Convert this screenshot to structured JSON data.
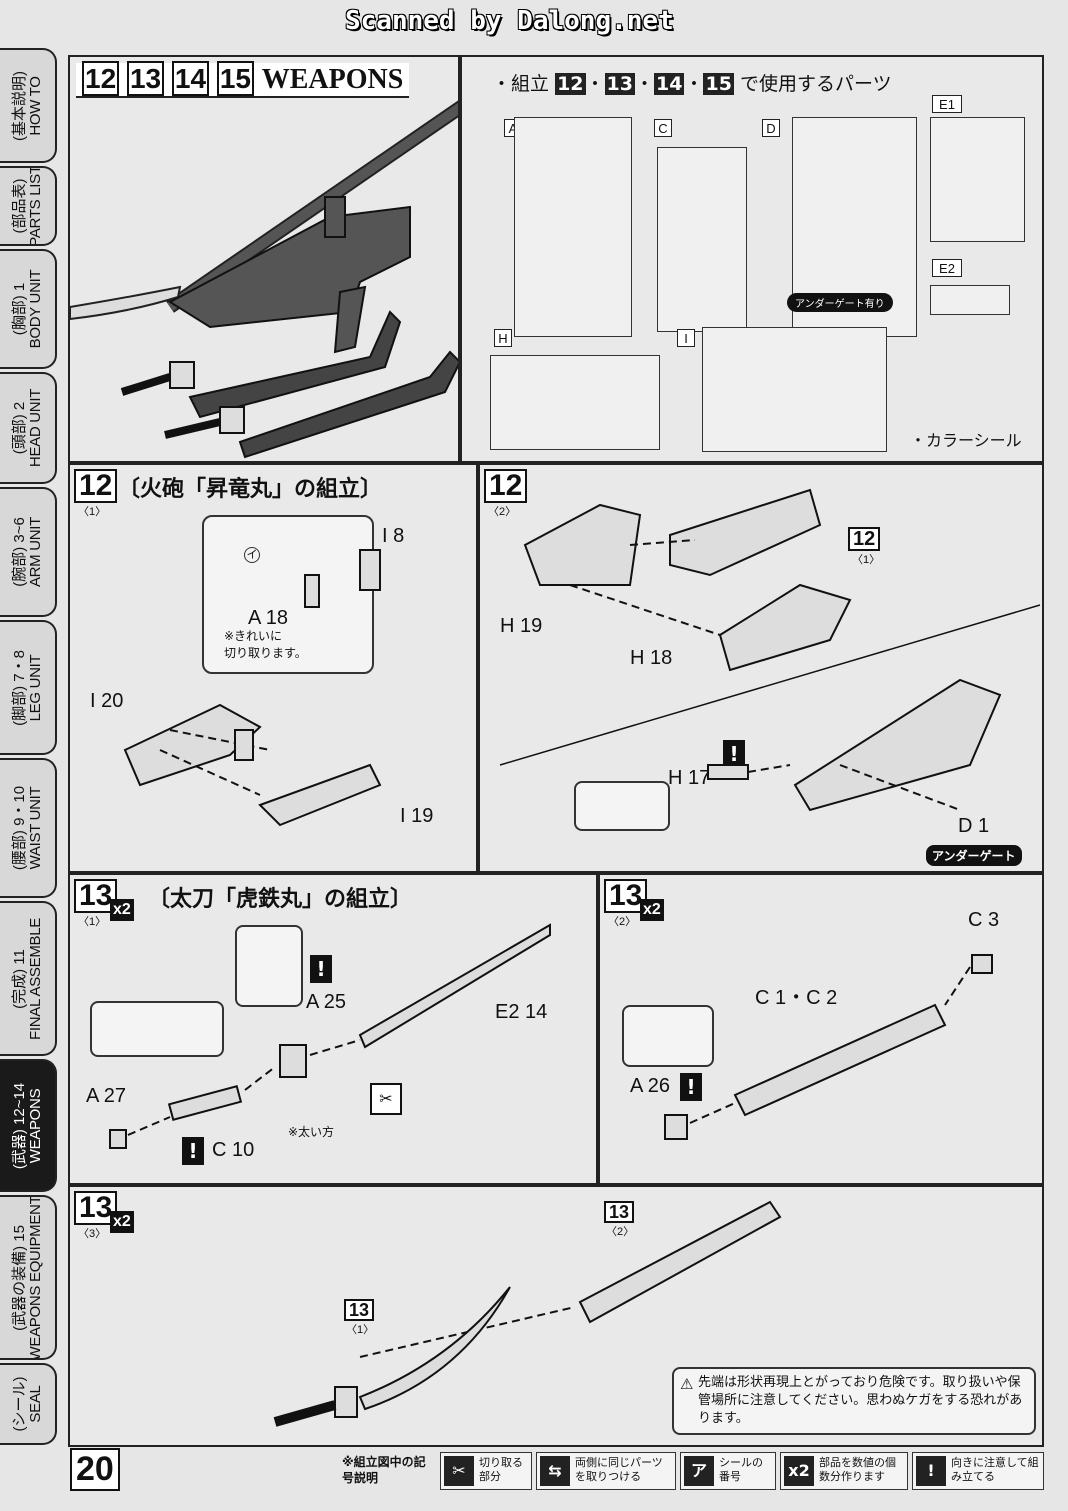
{
  "watermark": "Scanned by Dalong.net",
  "page_number": "20",
  "sidebar": {
    "tabs": [
      {
        "jp": "(基本説明)",
        "en": "HOW TO"
      },
      {
        "jp": "(部品表)",
        "en": "PARTS LIST"
      },
      {
        "jp": "(胸部) 1",
        "en": "BODY UNIT"
      },
      {
        "jp": "(頭部) 2",
        "en": "HEAD UNIT"
      },
      {
        "jp": "(腕部) 3~6",
        "en": "ARM UNIT"
      },
      {
        "jp": "(脚部) 7・8",
        "en": "LEG UNIT"
      },
      {
        "jp": "(腰部) 9・10",
        "en": "WAIST UNIT"
      },
      {
        "jp": "(完成) 11",
        "en": "FINAL ASSEMBLE"
      },
      {
        "jp": "(武器) 12~14",
        "en": "WEAPONS"
      },
      {
        "jp": "(武器の装備) 15",
        "en": "WEAPONS EQUIPMENT"
      },
      {
        "jp": "(シール)",
        "en": "SEAL"
      }
    ]
  },
  "header_panel": {
    "step_numbers": [
      "12",
      "13",
      "14",
      "15"
    ],
    "title": "WEAPONS"
  },
  "parts_panel": {
    "heading_prefix": "・組立",
    "heading_steps": [
      "12",
      "13",
      "14",
      "15"
    ],
    "heading_suffix": "で使用するパーツ",
    "runners": [
      "A",
      "C",
      "D",
      "E1",
      "E2",
      "H",
      "I"
    ],
    "undergate_badge": "アンダーゲート有り",
    "color_seal": "・カラーシール"
  },
  "step12_1": {
    "num": "12",
    "sub": "〈1〉",
    "title": "〔火砲「昇竜丸」の組立〕",
    "callout_sticker_label": "イ",
    "callout_note": "※きれいに\n切り取ります。",
    "labels": {
      "i8": "I 8",
      "a18": "A 18",
      "i20": "I 20",
      "i19": "I 19"
    }
  },
  "step12_2": {
    "num": "12",
    "sub": "〈2〉",
    "ref_num": "12",
    "ref_sub": "〈1〉",
    "labels": {
      "h19": "H 19",
      "h18": "H 18",
      "h17": "H 17",
      "d1": "D 1"
    },
    "undergate": "アンダーゲート"
  },
  "step13_1": {
    "num": "13",
    "sub": "〈1〉",
    "mult": "x2",
    "title": "〔太刀「虎鉄丸」の組立〕",
    "labels": {
      "a25": "A 25",
      "e214": "E2 14",
      "a27": "A 27",
      "c10": "C 10"
    },
    "note": "※太い方"
  },
  "step13_2": {
    "num": "13",
    "sub": "〈2〉",
    "mult": "x2",
    "labels": {
      "c3": "C 3",
      "c1c2": "C 1・C 2",
      "a26": "A 26"
    }
  },
  "step13_3": {
    "num": "13",
    "sub": "〈3〉",
    "mult": "x2",
    "ref_top": {
      "num": "13",
      "sub": "〈2〉"
    },
    "ref_left": {
      "num": "13",
      "sub": "〈1〉"
    },
    "caution": "先端は形状再現上とがっており危険です。取り扱いや保管場所に注意してください。思わぬケガをする恐れがあります。"
  },
  "legend": {
    "title": "※組立図中の記号説明",
    "items": [
      {
        "icon": "✂",
        "text": "切り取る部分"
      },
      {
        "icon": "⇆",
        "text": "両側に同じパーツを取りつける"
      },
      {
        "icon": "ア",
        "text": "シールの番号"
      },
      {
        "icon": "x2",
        "text": "部品を数値の個数分作ります"
      },
      {
        "icon": "!",
        "text": "向きに注意して組み立てる"
      }
    ]
  }
}
